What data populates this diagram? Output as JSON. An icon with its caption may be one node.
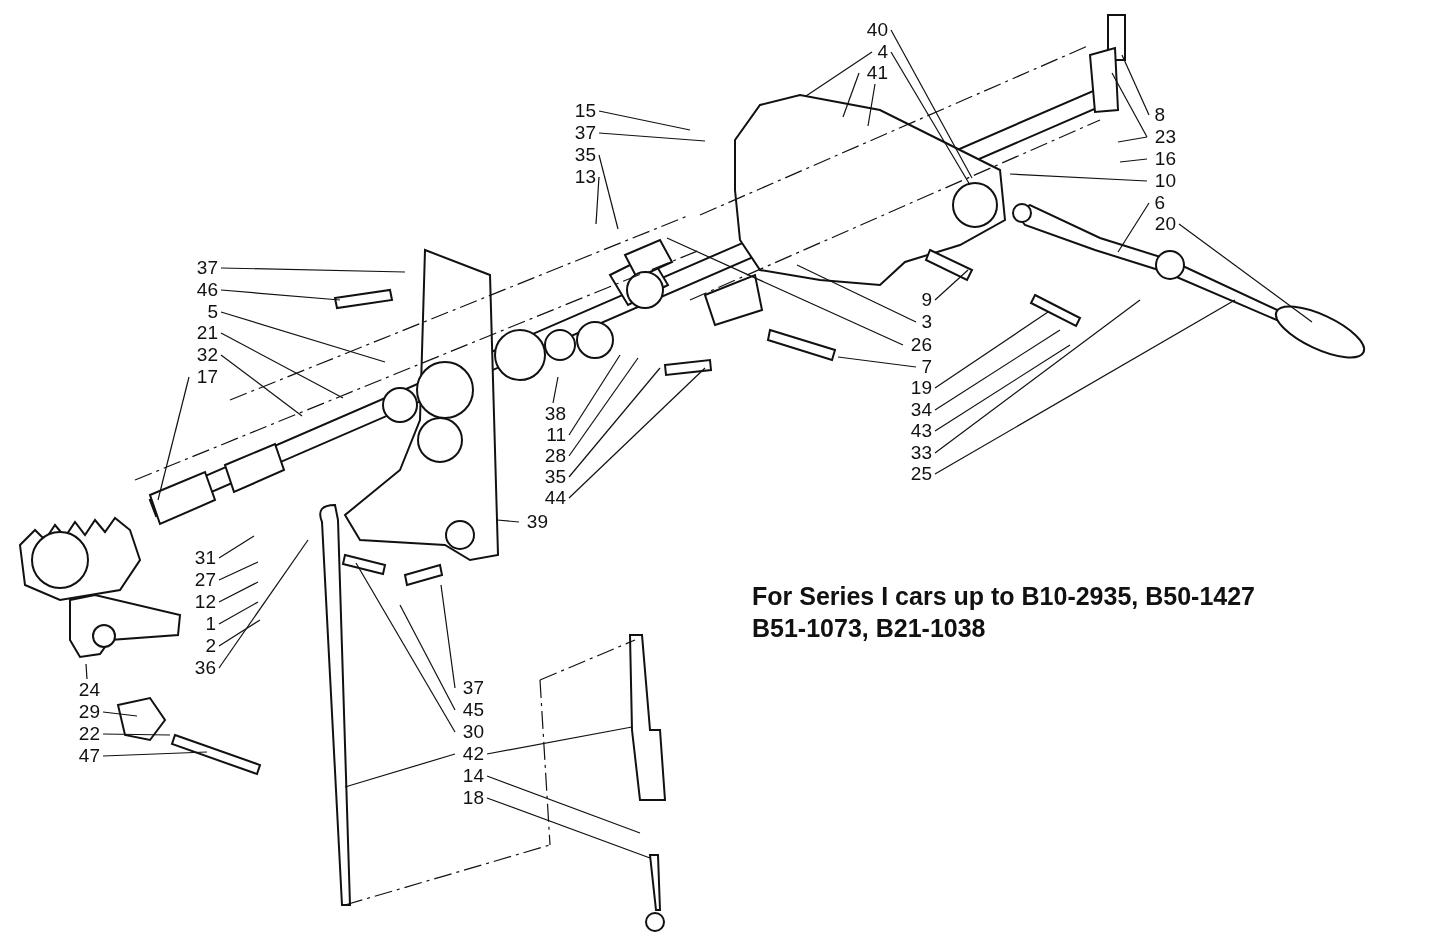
{
  "diagram": {
    "nodes": [
      {
        "text": [
          "40"
        ]
      },
      {
        "text": [
          "4"
        ]
      },
      {
        "text": [
          "41"
        ]
      },
      {
        "text": [
          "15"
        ]
      },
      {
        "text": [
          "37"
        ]
      },
      {
        "text": [
          "35"
        ]
      },
      {
        "text": [
          "13"
        ]
      },
      {
        "text": [
          "8"
        ]
      },
      {
        "text": [
          "23"
        ]
      },
      {
        "text": [
          "16"
        ]
      },
      {
        "text": [
          "10"
        ]
      },
      {
        "text": [
          "6"
        ]
      },
      {
        "text": [
          "20"
        ]
      },
      {
        "text": [
          "37"
        ]
      },
      {
        "text": [
          "46"
        ]
      },
      {
        "text": [
          "5"
        ]
      },
      {
        "text": [
          "21"
        ]
      },
      {
        "text": [
          "32"
        ]
      },
      {
        "text": [
          "17"
        ]
      },
      {
        "text": [
          "9"
        ]
      },
      {
        "text": [
          "3"
        ]
      },
      {
        "text": [
          "26"
        ]
      },
      {
        "text": [
          "7"
        ]
      },
      {
        "text": [
          "19"
        ]
      },
      {
        "text": [
          "34"
        ]
      },
      {
        "text": [
          "43"
        ]
      },
      {
        "text": [
          "33"
        ]
      },
      {
        "text": [
          "25"
        ]
      },
      {
        "text": [
          "38"
        ]
      },
      {
        "text": [
          "11"
        ]
      },
      {
        "text": [
          "28"
        ]
      },
      {
        "text": [
          "35"
        ]
      },
      {
        "text": [
          "44"
        ]
      },
      {
        "text": [
          "39"
        ]
      },
      {
        "text": [
          "31"
        ]
      },
      {
        "text": [
          "27"
        ]
      },
      {
        "text": [
          "12"
        ]
      },
      {
        "text": [
          "1"
        ]
      },
      {
        "text": [
          "2"
        ]
      },
      {
        "text": [
          "36"
        ]
      },
      {
        "text": [
          "37"
        ]
      },
      {
        "text": [
          "45"
        ]
      },
      {
        "text": [
          "30"
        ]
      },
      {
        "text": [
          "42"
        ]
      },
      {
        "text": [
          "14"
        ]
      },
      {
        "text": [
          "18"
        ]
      },
      {
        "text": [
          "24"
        ]
      },
      {
        "text": [
          "29"
        ]
      },
      {
        "text": [
          "22"
        ]
      },
      {
        "text": [
          "47"
        ]
      }
    ],
    "edges": [
      {
        "from": 0,
        "to": null,
        "arrow": "none"
      },
      {
        "from": 1,
        "to": null,
        "arrow": "none"
      },
      {
        "from": 1,
        "to": null,
        "arrow": "none"
      },
      {
        "from": 2,
        "to": null,
        "arrow": "none"
      },
      {
        "from": 2,
        "to": null,
        "arrow": "none"
      },
      {
        "from": 3,
        "to": null,
        "arrow": "none"
      },
      {
        "from": 4,
        "to": null,
        "arrow": "none"
      },
      {
        "from": 5,
        "to": null,
        "arrow": "none"
      },
      {
        "from": 6,
        "to": null,
        "arrow": "none"
      },
      {
        "from": 7,
        "to": null,
        "arrow": "none"
      },
      {
        "from": 8,
        "to": null,
        "arrow": "none"
      },
      {
        "from": 8,
        "to": null,
        "arrow": "none"
      },
      {
        "from": 9,
        "to": null,
        "arrow": "none"
      },
      {
        "from": 10,
        "to": null,
        "arrow": "none"
      },
      {
        "from": 11,
        "to": null,
        "arrow": "none"
      },
      {
        "from": 12,
        "to": null,
        "arrow": "none"
      },
      {
        "from": 13,
        "to": null,
        "arrow": "none"
      },
      {
        "from": 14,
        "to": null,
        "arrow": "none"
      },
      {
        "from": 15,
        "to": null,
        "arrow": "none"
      },
      {
        "from": 16,
        "to": null,
        "arrow": "none"
      },
      {
        "from": 17,
        "to": null,
        "arrow": "none"
      },
      {
        "from": 18,
        "to": null,
        "arrow": "none"
      },
      {
        "from": 19,
        "to": null,
        "arrow": "none"
      },
      {
        "from": 20,
        "to": null,
        "arrow": "none"
      },
      {
        "from": 21,
        "to": null,
        "arrow": "none"
      },
      {
        "from": 22,
        "to": null,
        "arrow": "none"
      },
      {
        "from": 23,
        "to": null,
        "arrow": "none"
      },
      {
        "from": 24,
        "to": null,
        "arrow": "none"
      },
      {
        "from": 25,
        "to": null,
        "arrow": "none"
      },
      {
        "from": 26,
        "to": null,
        "arrow": "none"
      },
      {
        "from": 27,
        "to": null,
        "arrow": "none"
      },
      {
        "from": 28,
        "to": null,
        "arrow": "none"
      },
      {
        "from": 29,
        "to": null,
        "arrow": "none"
      },
      {
        "from": 30,
        "to": null,
        "arrow": "none"
      },
      {
        "from": 31,
        "to": null,
        "arrow": "none"
      },
      {
        "from": 32,
        "to": null,
        "arrow": "none"
      },
      {
        "from": 33,
        "to": null,
        "arrow": "none"
      },
      {
        "from": 34,
        "to": null,
        "arrow": "none"
      },
      {
        "from": 35,
        "to": null,
        "arrow": "none"
      },
      {
        "from": 36,
        "to": null,
        "arrow": "none"
      },
      {
        "from": 37,
        "to": null,
        "arrow": "none"
      },
      {
        "from": 38,
        "to": null,
        "arrow": "none"
      },
      {
        "from": 39,
        "to": null,
        "arrow": "none"
      },
      {
        "from": 40,
        "to": null,
        "arrow": "none"
      },
      {
        "from": 41,
        "to": null,
        "arrow": "none"
      },
      {
        "from": 42,
        "to": null,
        "arrow": "none"
      },
      {
        "from": 43,
        "to": null,
        "arrow": "none"
      },
      {
        "from": 43,
        "to": null,
        "arrow": "none"
      },
      {
        "from": 44,
        "to": null,
        "arrow": "none"
      },
      {
        "from": 45,
        "to": null,
        "arrow": "none"
      },
      {
        "from": 46,
        "to": null,
        "arrow": "none"
      },
      {
        "from": 47,
        "to": null,
        "arrow": "none"
      },
      {
        "from": 48,
        "to": null,
        "arrow": "none"
      },
      {
        "from": 49,
        "to": null,
        "arrow": "none"
      }
    ],
    "labels": [
      "For Series I cars up to B10-2935, B50-1427 B51-1073, B21-1038"
    ]
  }
}
